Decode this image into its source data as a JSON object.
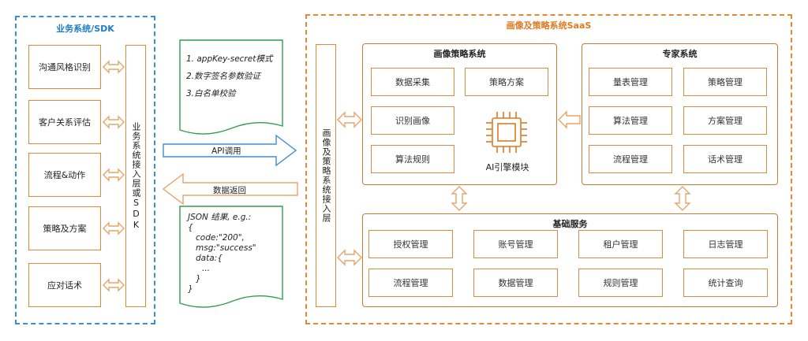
{
  "biz": {
    "title": "业务系统/SDK",
    "boxes": [
      "沟通风格识别",
      "客户关系评估",
      "流程&动作",
      "策略及方案",
      "应对话术"
    ],
    "sdk_label": "业务系统接入层或SDK"
  },
  "notes": {
    "top": [
      "1. appKey-secret模式",
      "2.数字签名参数验证",
      "3.白名单校验"
    ],
    "bottom": [
      "JSON 结果, e.g.:",
      "{",
      "code:\"200\",",
      "msg:\"success\"",
      "data:{",
      "...",
      "}",
      "}"
    ]
  },
  "arrows": {
    "api": "API调用",
    "return": "数据返回"
  },
  "saas": {
    "title": "画像及策略系统SaaS",
    "access_label": "画像及策略系统接入层",
    "portrait": {
      "title": "画像策略系统",
      "items": [
        "数据采集",
        "策略方案",
        "识别画像",
        "算法规则"
      ],
      "engine": "AI引擎模块"
    },
    "expert": {
      "title": "专家系统",
      "items": [
        "量表管理",
        "策略管理",
        "算法管理",
        "方案管理",
        "流程管理",
        "话术管理"
      ]
    },
    "base": {
      "title": "基础服务",
      "items": [
        "授权管理",
        "账号管理",
        "租户管理",
        "日志管理",
        "流程管理",
        "数据管理",
        "规则管理",
        "统计查询"
      ]
    }
  },
  "colors": {
    "blue": "#3b8fcf",
    "orange": "#e08a34",
    "arrow": "#e6a56a",
    "note_border": "#2f9e4f"
  }
}
